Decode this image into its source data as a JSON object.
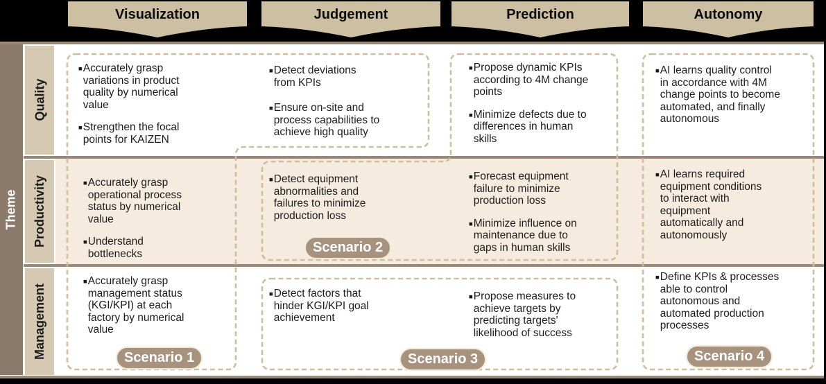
{
  "header": {
    "columns": [
      {
        "label": "Visualization"
      },
      {
        "label": "Judgement"
      },
      {
        "label": "Prediction"
      },
      {
        "label": "Autonomy"
      }
    ]
  },
  "theme": {
    "label": "Theme"
  },
  "rows": {
    "quality": {
      "label": "Quality"
    },
    "productivity": {
      "label": "Productivity"
    },
    "management": {
      "label": "Management"
    }
  },
  "cells": {
    "quality": {
      "visualization": [
        "Accurately grasp variations in product quality by numerical value",
        "Strengthen the focal points for KAIZEN"
      ],
      "judgement": [
        "Detect deviations from KPIs",
        "Ensure on-site and process capabilities to achieve high quality"
      ],
      "prediction": [
        "Propose dynamic KPIs according to 4M change points",
        "Minimize defects due to differences in human skills"
      ],
      "autonomy": [
        "AI learns quality control in accordance with 4M change points to become automated, and finally autonomous"
      ]
    },
    "productivity": {
      "visualization": [
        "Accurately grasp operational process status by numerical value",
        "Understand bottlenecks"
      ],
      "judgement": [
        "Detect equipment abnormalities and failures to minimize production loss"
      ],
      "prediction": [
        "Forecast equipment failure to minimize production loss",
        "Minimize influence on maintenance due to gaps in human skills"
      ],
      "autonomy": [
        "AI learns required equipment conditions to interact with equipment automatically and autonomously"
      ]
    },
    "management": {
      "visualization": [
        "Accurately grasp management status (KGI/KPI) at each factory by numerical value"
      ],
      "judgement": [
        "Detect factors that hinder KGI/KPI goal achievement"
      ],
      "prediction": [
        "Propose measures to achieve targets by predicting targets' likelihood of success"
      ],
      "autonomy": [
        "Define KPIs & processes able to control autonomous and automated production processes"
      ]
    }
  },
  "scenarios": [
    {
      "label": "Scenario 1"
    },
    {
      "label": "Scenario 2"
    },
    {
      "label": "Scenario 3"
    },
    {
      "label": "Scenario 4"
    }
  ],
  "icons": {
    "bullet": "■"
  },
  "colors": {
    "banner": "#cdbfa2",
    "theme": "#8b7a69",
    "label": "#d6c9b1",
    "cream": "#f5ecdf",
    "dash": "#cfbd9b",
    "divider": "#9b8977",
    "badge": "#a6927d",
    "badge-border": "#f2ead9",
    "ink": "#1c1c1c"
  }
}
